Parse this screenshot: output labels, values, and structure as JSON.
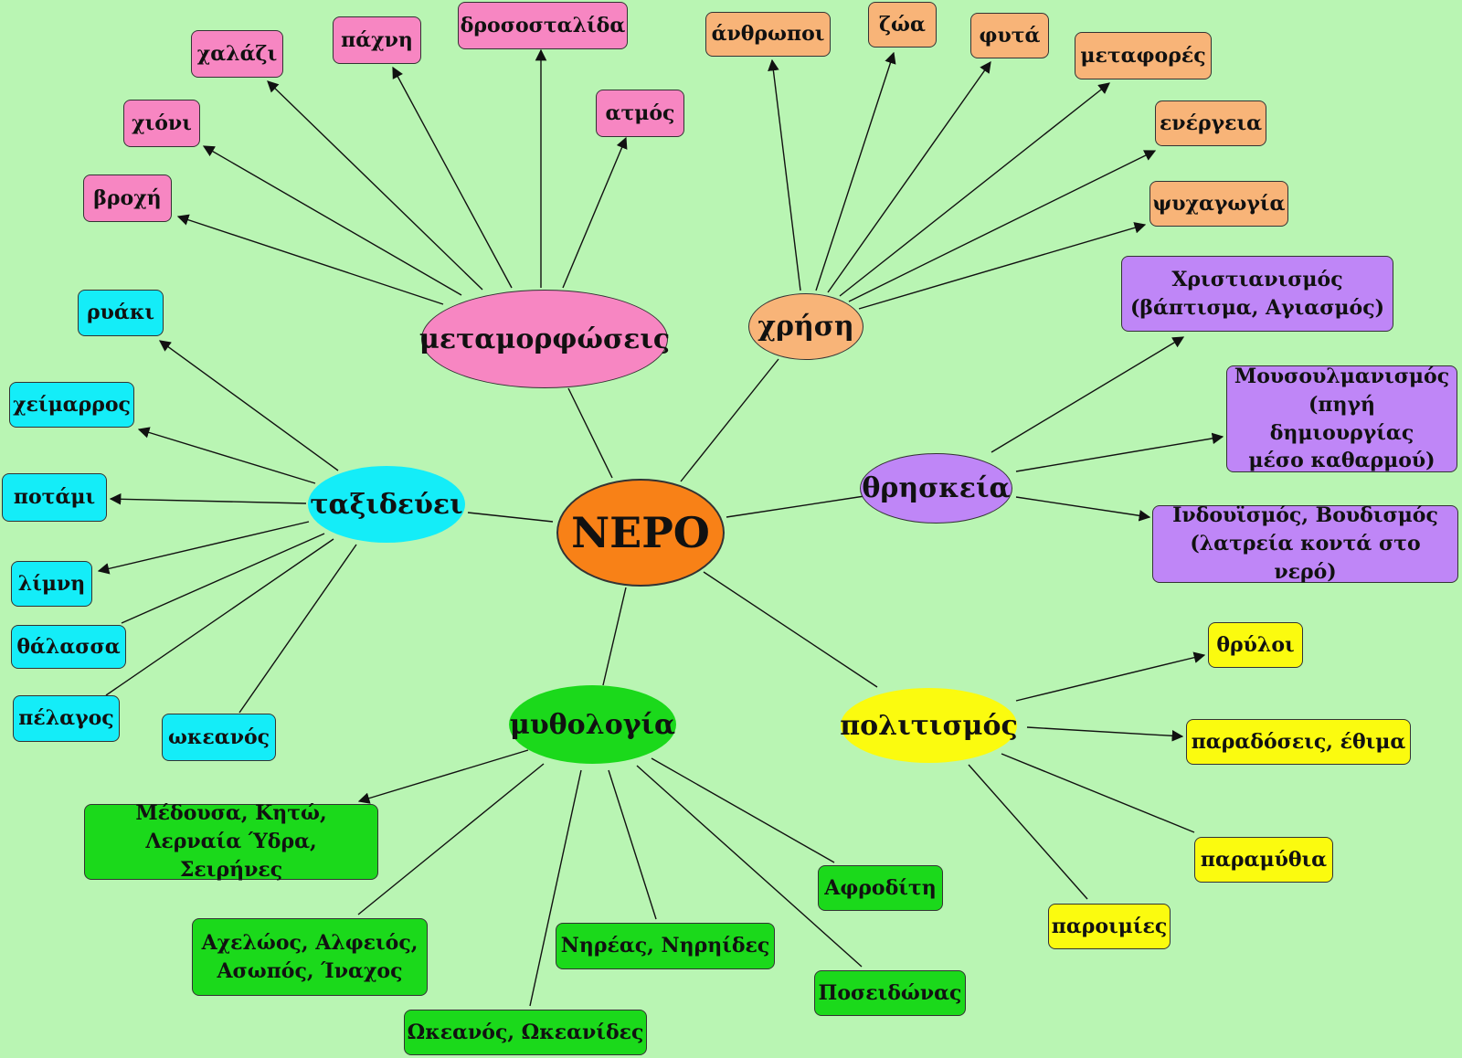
{
  "center": "ΝΕΡΟ",
  "branches": {
    "metamorfoseis": {
      "label": "μεταμορφώσεις",
      "items": [
        "βροχή",
        "χιόνι",
        "χαλάζι",
        "πάχνη",
        "δροσοσταλίδα",
        "ατμός"
      ]
    },
    "xrisi": {
      "label": "χρήση",
      "items": [
        "άνθρωποι",
        "ζώα",
        "φυτά",
        "μεταφορές",
        "ενέργεια",
        "ψυχαγωγία"
      ]
    },
    "thriskeia": {
      "label": "θρησκεία",
      "items": [
        "Χριστιανισμός\n(βάπτισμα, Αγιασμός)",
        "Μουσουλμανισμός\n(πηγή δημιουργίας\nμέσο καθαρμού)",
        "Ινδουϊσμός, Βουδισμός\n(λατρεία κοντά στο νερό)"
      ]
    },
    "politismos": {
      "label": "πολιτισμός",
      "items": [
        "θρύλοι",
        "παραδόσεις, έθιμα",
        "παραμύθια",
        "παροιμίες"
      ]
    },
    "mythologia": {
      "label": "μυθολογία",
      "items": [
        "Μέδουσα, Κητώ,\nΛερναία Ύδρα, Σειρήνες",
        "Αχελώος, Αλφειός,\nΑσωπός, Ίναχος",
        "Ωκεανός, Ωκεανίδες",
        "Νηρέας, Νηρηίδες",
        "Αφροδίτη",
        "Ποσειδώνας"
      ]
    },
    "taxidevei": {
      "label": "ταξιδεύει",
      "items": [
        "ρυάκι",
        "χείμαρρος",
        "ποτάμι",
        "λίμνη",
        "θάλασσα",
        "πέλαγος",
        "ωκεανός"
      ]
    }
  },
  "colors": {
    "background": "#b9f5b3",
    "center": "#f88117",
    "metamorfoseis": "#f786c2",
    "xrisi": "#f8b478",
    "thriskeia": "#bf86f7",
    "politismos": "#fbfb0f",
    "mythologia": "#1bd91b",
    "taxidevei": "#14edf8"
  }
}
